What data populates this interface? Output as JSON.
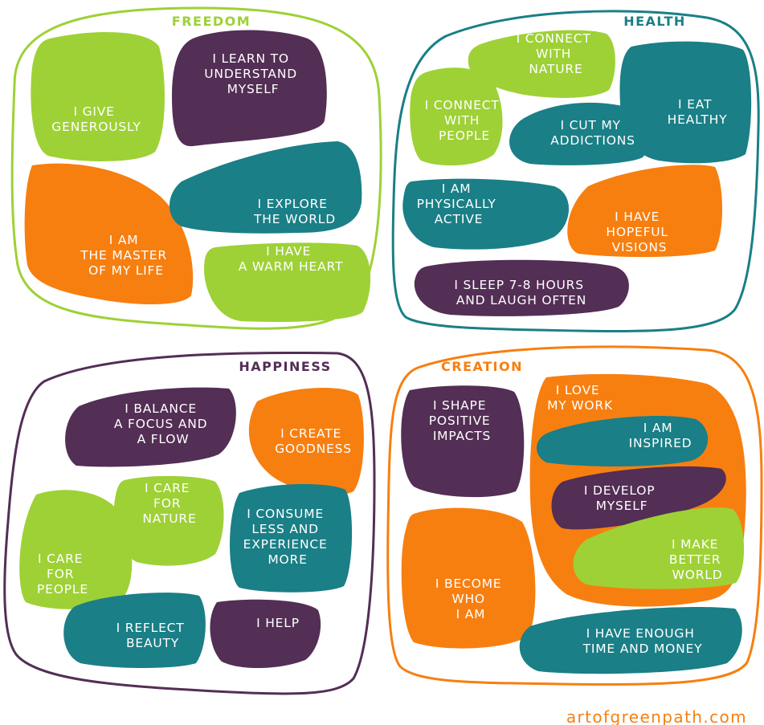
{
  "colors": {
    "green": "#9ed136",
    "purple": "#532e55",
    "teal": "#1a7f86",
    "orange": "#f77f10"
  },
  "quadrants": {
    "freedom": {
      "title": "Freedom",
      "items": [
        {
          "lines": [
            "I give",
            "generously"
          ]
        },
        {
          "lines": [
            "I learn to",
            "understand",
            "myself"
          ]
        },
        {
          "lines": [
            "I am",
            "the master",
            "of my life"
          ]
        },
        {
          "lines": [
            "I explore",
            "the world"
          ]
        },
        {
          "lines": [
            "I have",
            "a warm heart"
          ]
        }
      ]
    },
    "health": {
      "title": "Health",
      "items": [
        {
          "lines": [
            "I connect",
            "with",
            "nature"
          ]
        },
        {
          "lines": [
            "I connect",
            "with",
            "people"
          ]
        },
        {
          "lines": [
            "I eat",
            "healthy"
          ]
        },
        {
          "lines": [
            "I cut my",
            "addictions"
          ]
        },
        {
          "lines": [
            "I am",
            "physically",
            "active"
          ]
        },
        {
          "lines": [
            "I have",
            "hopeful",
            "visions"
          ]
        },
        {
          "lines": [
            "I sleep 7-8 hours",
            "and laugh often"
          ]
        }
      ]
    },
    "happiness": {
      "title": "Happiness",
      "items": [
        {
          "lines": [
            "I balance",
            "a focus and",
            "a flow"
          ]
        },
        {
          "lines": [
            "I create",
            "goodness"
          ]
        },
        {
          "lines": [
            "I care",
            "for",
            "nature"
          ]
        },
        {
          "lines": [
            "I consume",
            "less and",
            "experience",
            "more"
          ]
        },
        {
          "lines": [
            "I care",
            "for",
            "people"
          ]
        },
        {
          "lines": [
            "I reflect",
            "beauty"
          ]
        },
        {
          "lines": [
            "I help"
          ]
        }
      ]
    },
    "creation": {
      "title": "Creation",
      "items": [
        {
          "lines": [
            "I shape",
            "positive",
            "impacts"
          ]
        },
        {
          "lines": [
            "I love",
            "my work"
          ]
        },
        {
          "lines": [
            "I am",
            "inspired"
          ]
        },
        {
          "lines": [
            "I develop",
            "myself"
          ]
        },
        {
          "lines": [
            "I make",
            "better",
            "world"
          ]
        },
        {
          "lines": [
            "I become",
            "who",
            "I am"
          ]
        },
        {
          "lines": [
            "I have enough",
            "time and money"
          ]
        }
      ]
    }
  },
  "footer": "artofgreenpath.com"
}
